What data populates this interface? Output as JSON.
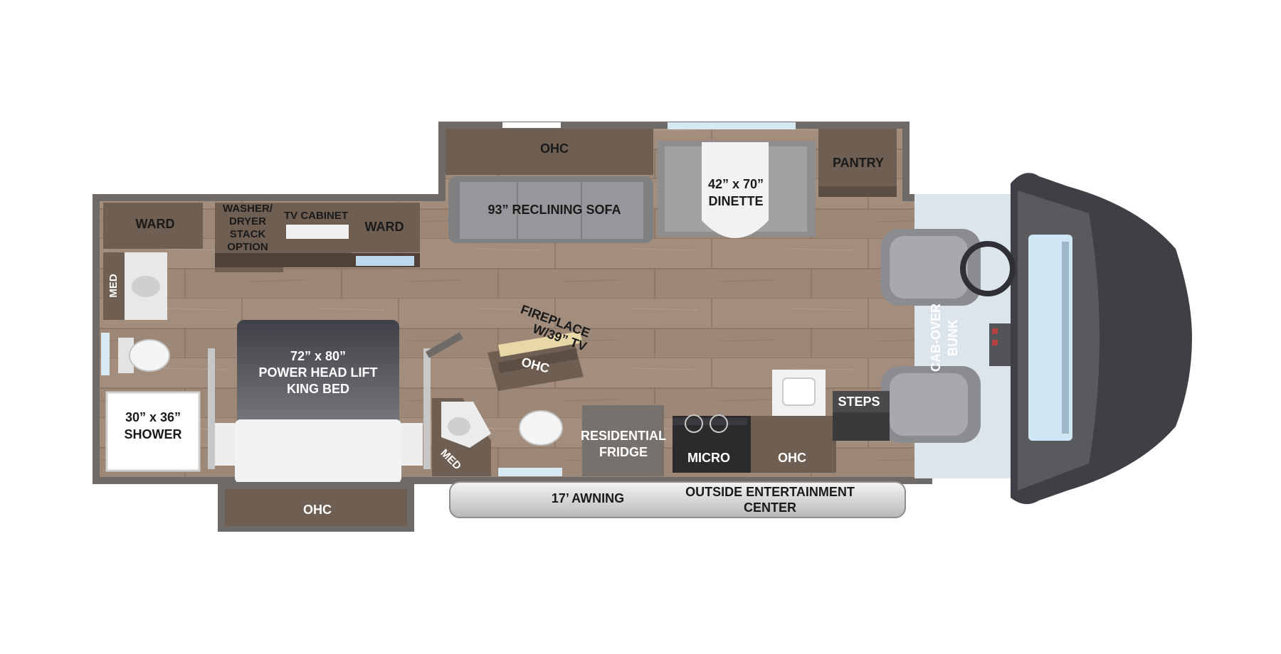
{
  "floorplan": {
    "labels": {
      "ohc_top": "OHC",
      "pantry": "PANTRY",
      "sofa": "93” RECLINING SOFA",
      "dinette_1": "42” x 70”",
      "dinette_2": "DINETTE",
      "ward_left": "WARD",
      "washer_1": "WASHER/",
      "washer_2": "DRYER",
      "washer_3": "STACK",
      "washer_4": "OPTION",
      "tv_cabinet": "TV CABINET",
      "ward_right": "WARD",
      "med_left": "MED",
      "bed_1": "72” x 80”",
      "bed_2": "POWER  HEAD LIFT",
      "bed_3": "KING BED",
      "shower_1": "30” x 36”",
      "shower_2": "SHOWER",
      "fireplace_1": "FIREPLACE",
      "fireplace_2": "W/39” TV",
      "ohc_fireplace": "OHC",
      "med_bath": "MED",
      "fridge_1": "RESIDENTIAL",
      "fridge_2": "FRIDGE",
      "micro": "MICRO",
      "ohc_kitchen": "OHC",
      "steps": "STEPS",
      "cabover_1": "CAB-OVER",
      "cabover_2": "BUNK",
      "ohc_bottom": "OHC",
      "awning": "17’ AWNING",
      "outside_1": "OUTSIDE ENTERTAINMENT",
      "outside_2": "CENTER"
    },
    "colors": {
      "wall": "#6e6a67",
      "floor": "#9d8777",
      "cabinet": "#6f5e52",
      "upholstery": "#8e8e90",
      "marble": "#f2f2f2",
      "cab_dark": "#3e4045",
      "windshield": "#cfe6f4"
    }
  }
}
